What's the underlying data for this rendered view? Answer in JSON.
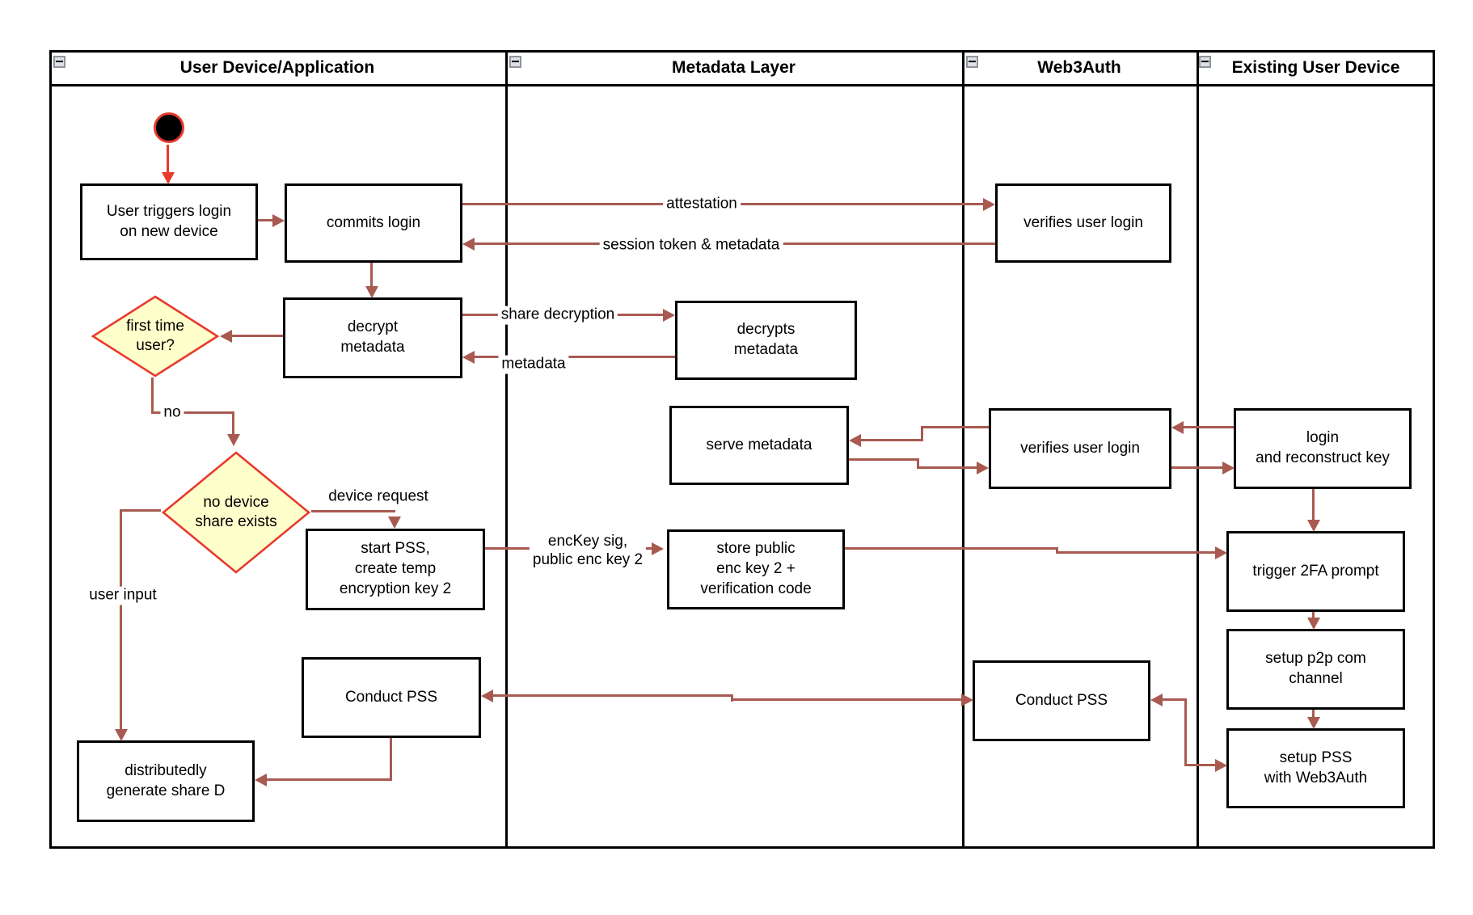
{
  "colors": {
    "arrow": "#a85a50",
    "red": "#e8392b",
    "diamond_fill": "#ffffcc",
    "box_border": "#000000"
  },
  "icons": {
    "collapse": "minus-square"
  },
  "lanes": [
    {
      "label": "User Device/Application"
    },
    {
      "label": "Metadata Layer"
    },
    {
      "label": "Web3Auth"
    },
    {
      "label": "Existing User Device"
    }
  ],
  "nodes": {
    "user_triggers": "User triggers login\non new device",
    "commits_login": "commits login",
    "decrypt_metadata": "decrypt\nmetadata",
    "first_time_user": "first time\nuser?",
    "no_device_share": "no device\nshare exists",
    "start_pss": "start PSS,\ncreate temp\nencryption key 2",
    "conduct_pss_user": "Conduct PSS",
    "distributedly_generate": "distributedly\ngenerate share D",
    "decrypts_metadata": "decrypts\nmetadata",
    "serve_metadata": "serve metadata",
    "store_public": "store public\nenc key 2 +\nverification code",
    "verifies_user_login_top": "verifies user login",
    "verifies_user_login_mid": "verifies user login",
    "conduct_pss_web3": "Conduct PSS",
    "login_reconstruct": "login\nand reconstruct key",
    "trigger_2fa": "trigger 2FA prompt",
    "setup_p2p": "setup p2p com\nchannel",
    "setup_pss": "setup PSS\nwith Web3Auth"
  },
  "labels": {
    "attestation": "attestation",
    "session_token": "session token & metadata",
    "share_decryption": "share decryption",
    "metadata": "metadata",
    "no": "no",
    "device_request": "device request",
    "user_input": "user input",
    "enckey": "encKey sig,\npublic enc key 2"
  }
}
